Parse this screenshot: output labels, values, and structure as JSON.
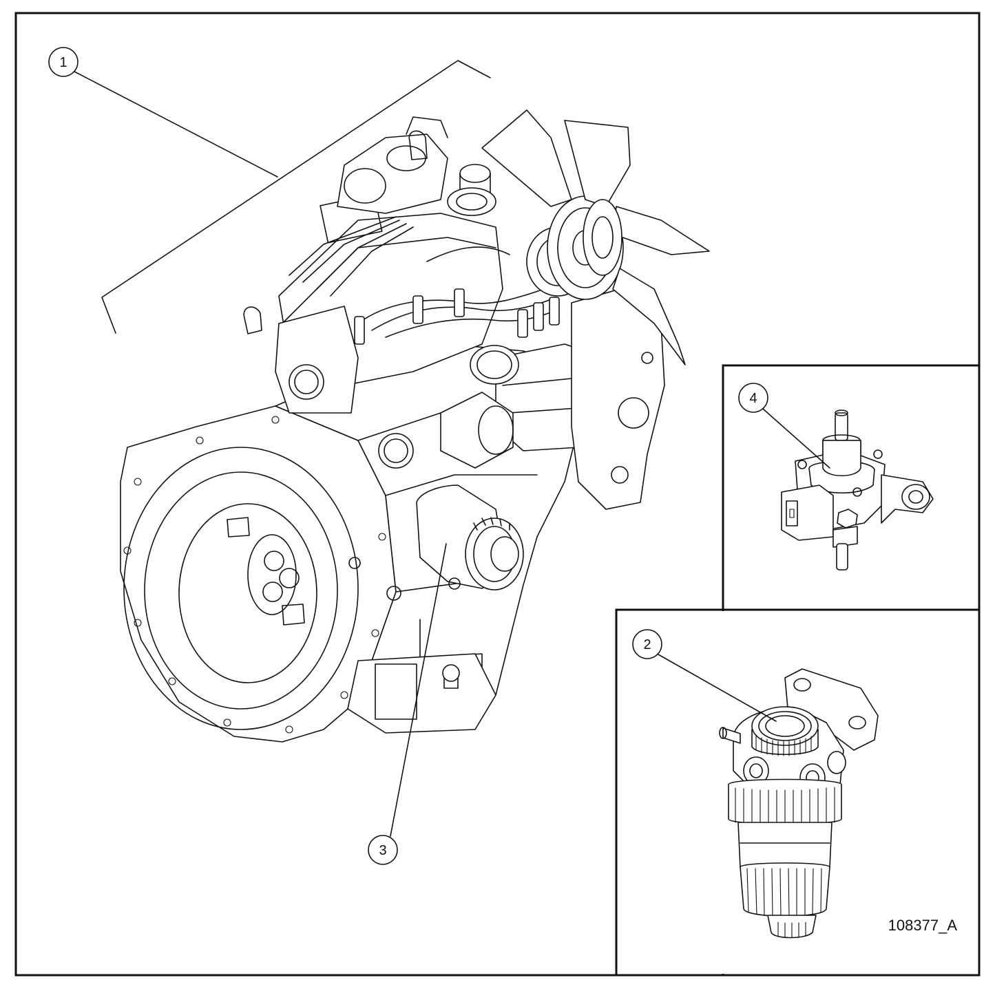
{
  "figure_id": "108377_A",
  "callouts": [
    {
      "label": "1"
    },
    {
      "label": "2"
    },
    {
      "label": "3"
    },
    {
      "label": "4"
    }
  ],
  "icons": [
    "engine-assembly-icon",
    "fuel-filter-icon",
    "oil-filter-icon",
    "fuel-pump-icon"
  ]
}
